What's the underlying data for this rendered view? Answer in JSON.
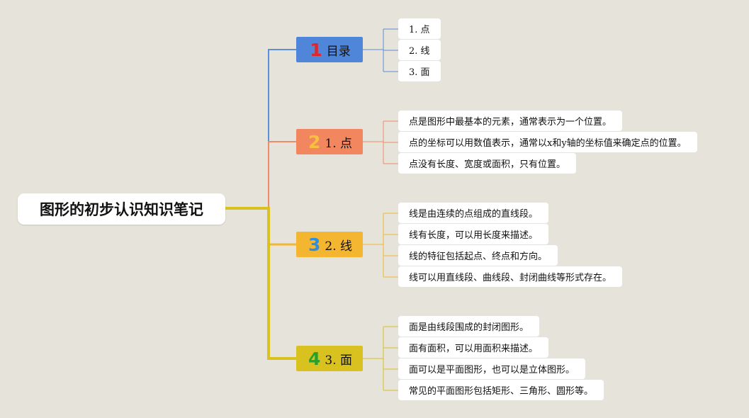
{
  "root": {
    "title": "图形的初步认识知识笔记"
  },
  "branches": [
    {
      "number": "1",
      "label": "目录",
      "box_color": "#4f86d9",
      "number_color": "#e0262a",
      "line_color": "#5b8fd8",
      "leaves": [
        "1. 点",
        "2. 线",
        "3. 面"
      ]
    },
    {
      "number": "2",
      "label": "1. 点",
      "box_color": "#f2865f",
      "number_color": "#f6c23b",
      "line_color": "#f08b6a",
      "leaves": [
        "点是图形中最基本的元素，通常表示为一个位置。",
        "点的坐标可以用数值表示，通常以x和y轴的坐标值来确定点的位置。",
        "点没有长度、宽度或面积，只有位置。"
      ]
    },
    {
      "number": "3",
      "label": "2. 线",
      "box_color": "#f4b531",
      "number_color": "#2f8ee0",
      "line_color": "#f4b531",
      "leaves": [
        "线是由连续的点组成的直线段。",
        "线有长度，可以用长度来描述。",
        "线的特征包括起点、终点和方向。",
        "线可以用直线段、曲线段、封闭曲线等形式存在。"
      ]
    },
    {
      "number": "4",
      "label": "3. 面",
      "box_color": "#d9c21f",
      "number_color": "#2aa02a",
      "line_color": "#d9c21f",
      "leaves": [
        "面是由线段围成的封闭图形。",
        "面有面积，可以用面积来描述。",
        "面可以是平面图形，也可以是立体图形。",
        "常见的平面图形包括矩形、三角形、圆形等。"
      ]
    }
  ]
}
